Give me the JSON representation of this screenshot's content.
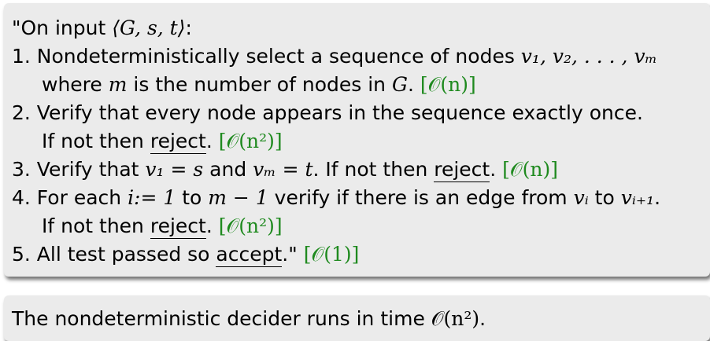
{
  "algorithm": {
    "header_text": "\"On input ",
    "header_math": "⟨G, s, t⟩",
    "header_tail": ":",
    "steps": [
      {
        "num": "1.",
        "line1_text": " Nondeterministically select a sequence of nodes ",
        "line1_math": "v₁, v₂, . . . , vₘ",
        "line2_text_a": "where ",
        "line2_math_a": "m",
        "line2_text_b": " is the number of nodes in ",
        "line2_math_b": "G",
        "line2_text_c": ". ",
        "cost": "[𝒪(n)]"
      },
      {
        "num": "2.",
        "line1_text": " Verify that every node appears in the sequence exactly once.",
        "line2_text_a": "If not then ",
        "line2_reject": "reject",
        "line2_text_b": ". ",
        "cost": "[𝒪(n²)]"
      },
      {
        "num": "3.",
        "line1_text_a": " Verify that ",
        "line1_math_a": "v₁ = s",
        "line1_text_b": " and ",
        "line1_math_b": "vₘ = t",
        "line1_text_c": ". If not then ",
        "line1_reject": "reject",
        "line1_text_d": ". ",
        "cost": "[𝒪(n)]"
      },
      {
        "num": "4.",
        "line1_text_a": " For each ",
        "line1_math_a": "i:= 1",
        "line1_text_b": " to ",
        "line1_math_b": "m − 1",
        "line1_text_c": " verify if there is an edge from ",
        "line1_math_c": "vᵢ",
        "line1_text_d": " to ",
        "line1_math_d": "vᵢ₊₁",
        "line1_text_e": ".",
        "line2_text_a": "If not then ",
        "line2_reject": "reject",
        "line2_text_b": ". ",
        "cost": "[𝒪(n²)]"
      },
      {
        "num": "5.",
        "line1_text_a": " All test passed so ",
        "line1_accept": "accept",
        "line1_text_b": ".\" ",
        "cost": "[𝒪(1)]"
      }
    ]
  },
  "result": {
    "text": "The nondeterministic decider runs in time ",
    "math": "𝒪(n²)",
    "tail": "."
  },
  "colors": {
    "block_bg": "#ebebeb",
    "cost_green": "#1f8a1f"
  }
}
